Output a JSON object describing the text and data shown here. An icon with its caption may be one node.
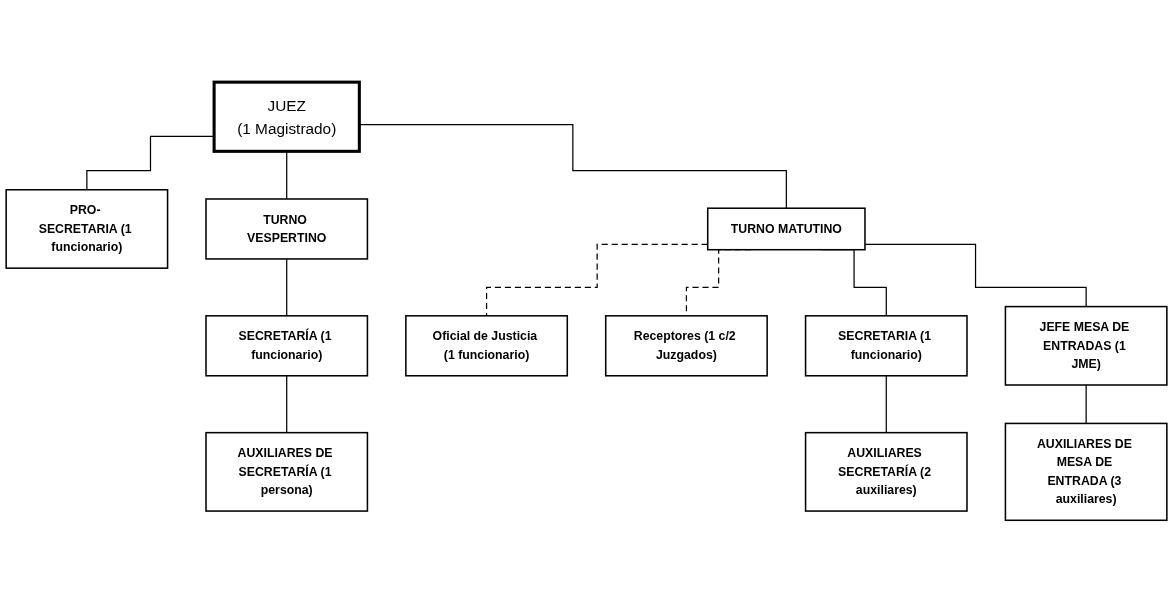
{
  "diagram": {
    "nodes": [
      {
        "text": [
          "JUEZ",
          "(1 Magistrado)"
        ]
      },
      {
        "text": [
          "PRO- SECRETARIA (1 funcionario)"
        ]
      },
      {
        "text": [
          "TURNO VESPERTINO"
        ]
      },
      {
        "text": [
          "TURNO MATUTINO"
        ]
      },
      {
        "text": [
          "Oficial de Justicia (1 funcionario)"
        ]
      },
      {
        "text": [
          "Receptores (1 c/2 Juzgados)"
        ]
      },
      {
        "text": [
          "SECRETARÍA (1 funcionario)"
        ]
      },
      {
        "text": [
          "AUXILIARES DE SECRETARÍA (1 persona)"
        ]
      },
      {
        "text": [
          "SECRETARIA (1 funcionario)"
        ]
      },
      {
        "text": [
          "JEFE MESA DE ENTRADAS (1 JME)"
        ]
      },
      {
        "text": [
          "AUXILIARES SECRETARÍA (2 auxiliares)"
        ]
      },
      {
        "text": [
          "AUXILIARES DE MESA DE ENTRADA (3 auxiliares)"
        ]
      }
    ],
    "edges": [
      {
        "from": 0,
        "to": 1,
        "arrow": "none"
      },
      {
        "from": 0,
        "to": 2,
        "arrow": "none"
      },
      {
        "from": 0,
        "to": 3,
        "arrow": "none"
      },
      {
        "from": 3,
        "to": 4,
        "arrow": "none",
        "style": "dashed"
      },
      {
        "from": 3,
        "to": 5,
        "arrow": "none",
        "style": "dashed"
      },
      {
        "from": 2,
        "to": 6,
        "arrow": "none"
      },
      {
        "from": 6,
        "to": 7,
        "arrow": "none"
      },
      {
        "from": 3,
        "to": 8,
        "arrow": "none"
      },
      {
        "from": 3,
        "to": 9,
        "arrow": "none"
      },
      {
        "from": 8,
        "to": 10,
        "arrow": "none"
      },
      {
        "from": 9,
        "to": 11,
        "arrow": "none"
      }
    ]
  }
}
